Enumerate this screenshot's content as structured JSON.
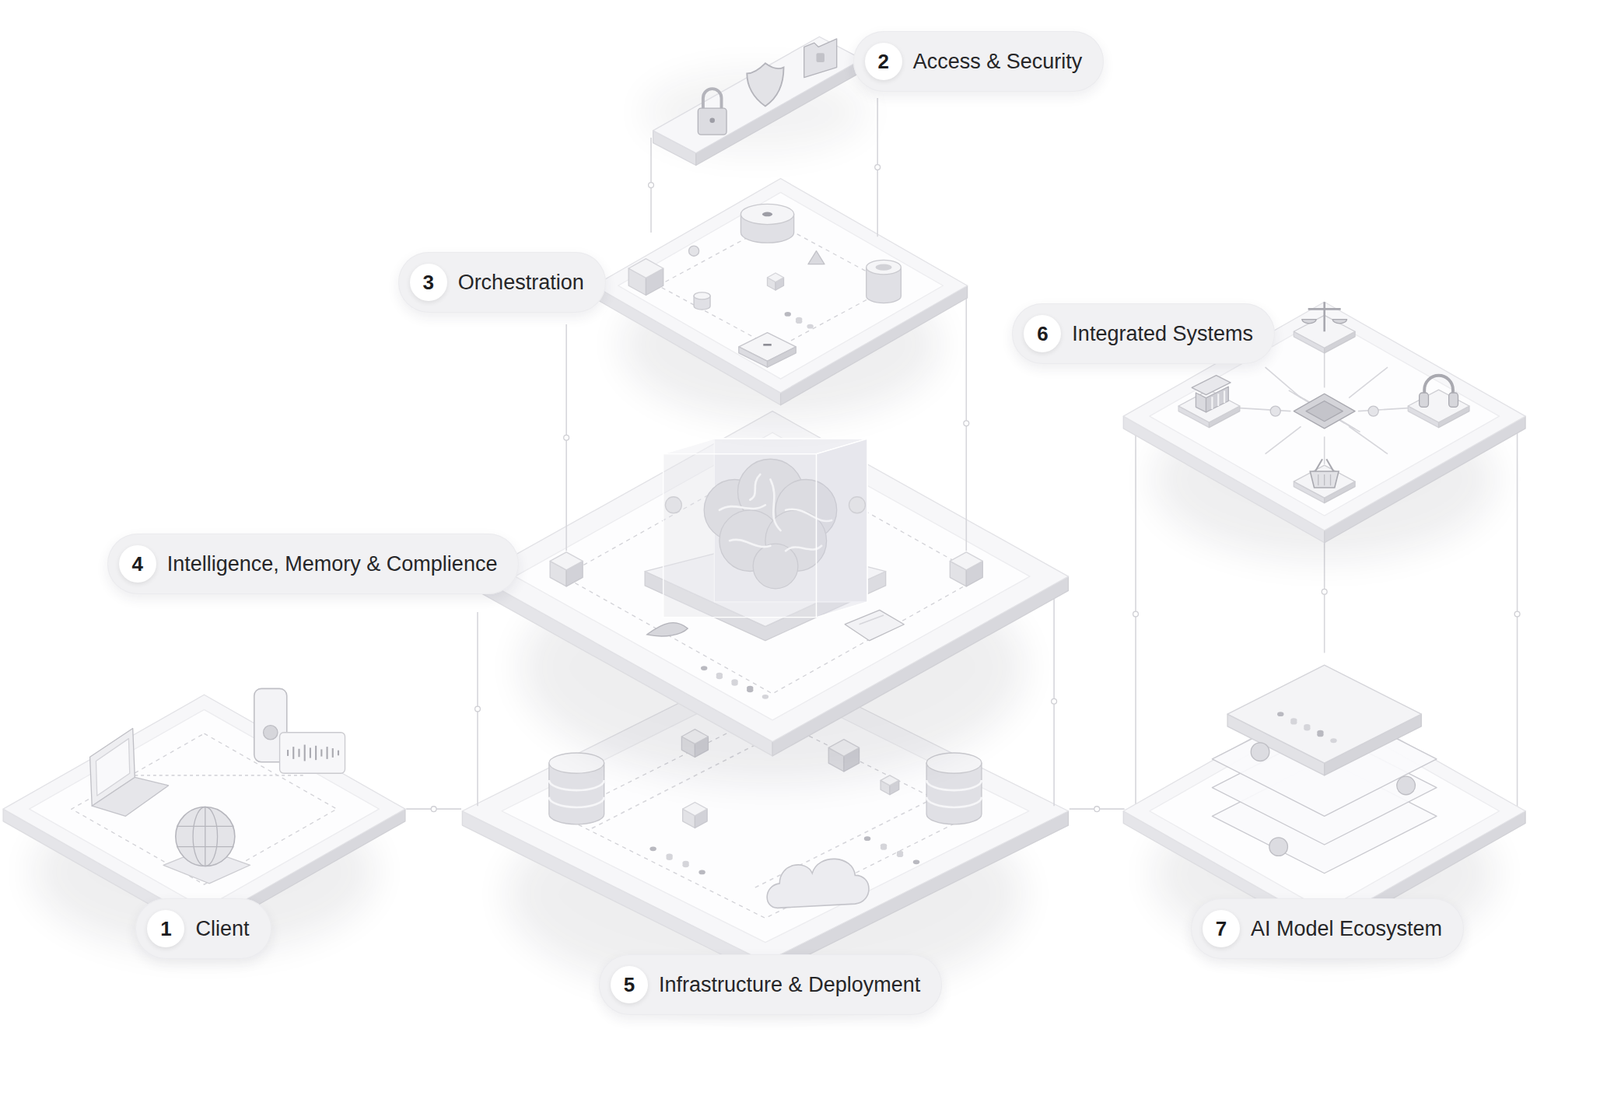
{
  "diagram": {
    "nodes": [
      {
        "text": [
          "Client"
        ]
      },
      {
        "text": [
          "1"
        ],
        "in": 0
      },
      {
        "text": [
          "Access & Security"
        ]
      },
      {
        "text": [
          "2"
        ],
        "in": 2
      },
      {
        "text": [
          "Orchestration"
        ]
      },
      {
        "text": [
          "3"
        ],
        "in": 4
      },
      {
        "text": [
          "Intelligence, Memory & Complience"
        ]
      },
      {
        "text": [
          "4"
        ],
        "in": 6
      },
      {
        "text": [
          "Infrastructure & Deployment"
        ]
      },
      {
        "text": [
          "5"
        ],
        "in": 8
      },
      {
        "text": [
          "Integrated Systems"
        ]
      },
      {
        "text": [
          "6"
        ],
        "in": 10
      },
      {
        "text": [
          "AI Model Ecosystem"
        ]
      },
      {
        "text": [
          "7"
        ],
        "in": 12
      }
    ]
  }
}
